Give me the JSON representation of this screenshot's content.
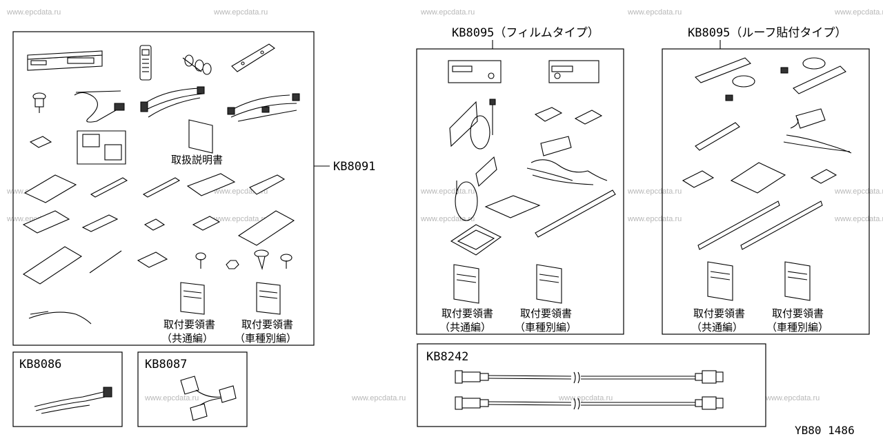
{
  "watermark": "www.epcdata.ru",
  "figure_id": "YB80 1486",
  "groups": {
    "kb8091": {
      "code": "KB8091",
      "manual_label": "取扱説明書",
      "install_common_line1": "取付要領書",
      "install_common_line2": "（共通編）",
      "install_model_line1": "取付要領書",
      "install_model_line2": "（車種別編）"
    },
    "kb8095_film": {
      "code": "KB8095（フィルムタイプ）",
      "install_common_line1": "取付要領書",
      "install_common_line2": "（共通編）",
      "install_model_line1": "取付要領書",
      "install_model_line2": "（車種別編）"
    },
    "kb8095_roof": {
      "code": "KB8095（ルーフ貼付タイプ）",
      "install_common_line1": "取付要領書",
      "install_common_line2": "（共通編）",
      "install_model_line1": "取付要領書",
      "install_model_line2": "（車種別編）"
    },
    "kb8086": {
      "code": "KB8086"
    },
    "kb8087": {
      "code": "KB8087"
    },
    "kb8242": {
      "code": "KB8242"
    }
  }
}
